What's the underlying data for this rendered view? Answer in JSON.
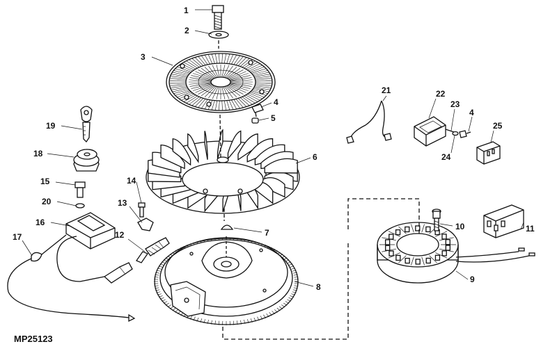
{
  "diagram": {
    "code": "MP25123",
    "callouts": [
      "1",
      "2",
      "3",
      "4",
      "5",
      "6",
      "7",
      "8",
      "9",
      "10",
      "11",
      "12",
      "13",
      "14",
      "15",
      "16",
      "17",
      "18",
      "19",
      "20",
      "21",
      "22",
      "23",
      "4",
      "24",
      "25"
    ]
  }
}
